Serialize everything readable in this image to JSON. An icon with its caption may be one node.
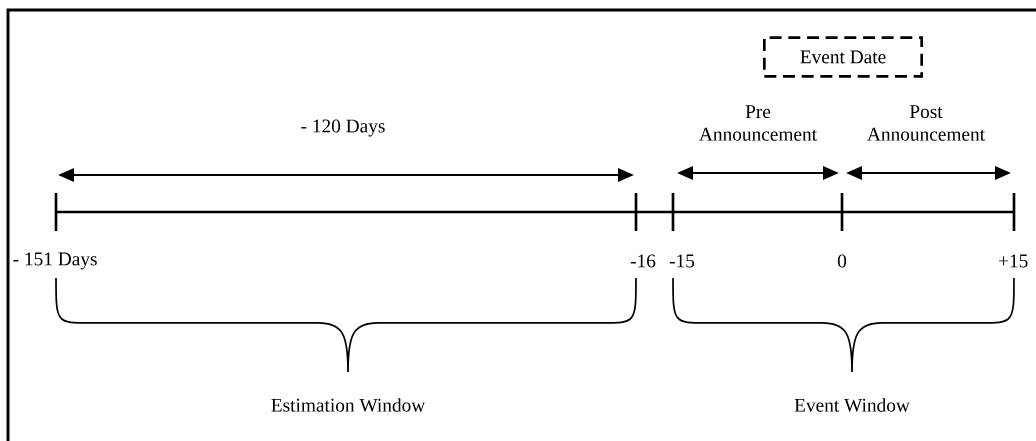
{
  "diagram": {
    "nodes": [
      {
        "text": [
          "Event Date"
        ]
      }
    ],
    "labels": [
      "- 120 Days",
      "Pre Announcement",
      "Post Announcement",
      "- 151 Days",
      "-16",
      "-15",
      "0",
      "+15",
      "Estimation Window",
      "Event Window"
    ]
  }
}
